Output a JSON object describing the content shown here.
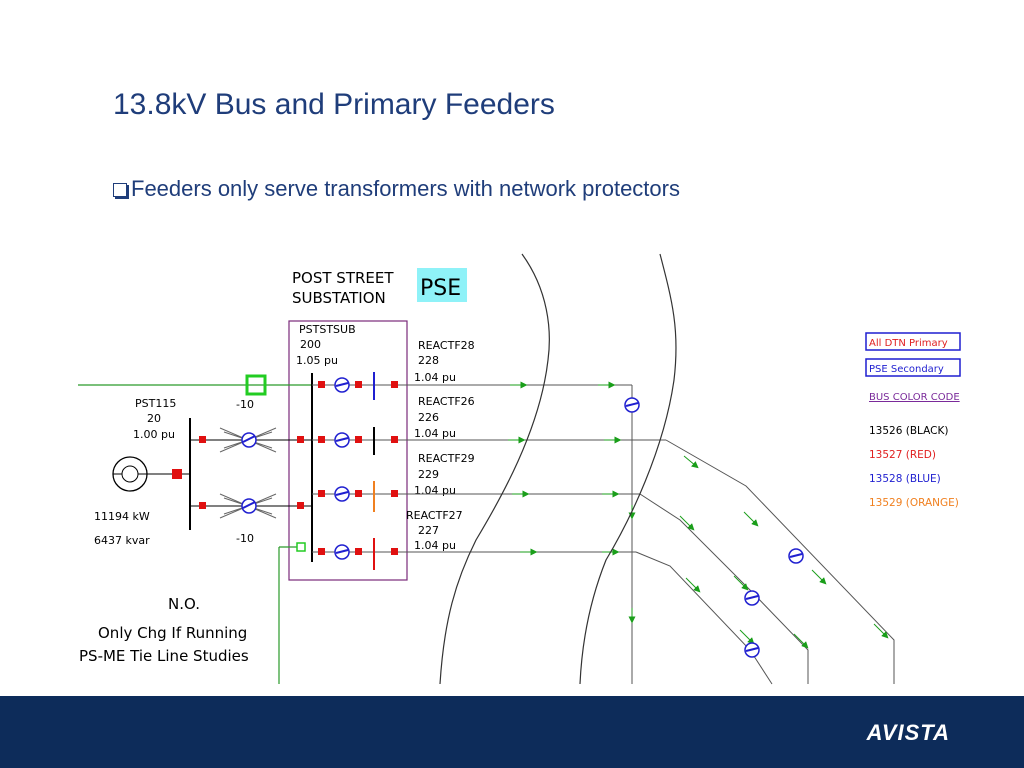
{
  "slide": {
    "title": "13.8kV Bus and Primary Feeders",
    "bullet": "Feeders only serve transformers with network protectors"
  },
  "substation": {
    "name_line1": "POST STREET",
    "name_line2": "SUBSTATION",
    "pse_tag": "PSE",
    "bus_name": "PSTSTSUB",
    "bus_number": "200",
    "bus_voltage": "1.05 pu"
  },
  "source_bus": {
    "name": "PST115",
    "number": "20",
    "voltage": "1.00 pu",
    "kw": "11194 kW",
    "kvar": "6437 kvar",
    "tap_top": "-10",
    "tap_bottom": "-10"
  },
  "feeders": [
    {
      "name": "REACTF28",
      "number": "228",
      "voltage": "1.04 pu",
      "color": "#1f1fd0"
    },
    {
      "name": "REACTF26",
      "number": "226",
      "voltage": "1.04 pu",
      "color": "#000000"
    },
    {
      "name": "REACTF29",
      "number": "229",
      "voltage": "1.04 pu",
      "color": "#f08020"
    },
    {
      "name": "REACTF27",
      "number": "227",
      "voltage": "1.04 pu",
      "color": "#e01010"
    }
  ],
  "notes": {
    "line1": "N.O.",
    "line2": "Only Chg If Running",
    "line3": "PS-ME Tie Line Studies"
  },
  "legend": {
    "all_dtn": "All DTN Primary",
    "pse_secondary": "PSE Secondary",
    "bus_color_code": "BUS COLOR CODE",
    "items": [
      {
        "text": "13526 (BLACK)",
        "color": "#000000"
      },
      {
        "text": "13527 (RED)",
        "color": "#e02020"
      },
      {
        "text": "13528 (BLUE)",
        "color": "#1f1fd0"
      },
      {
        "text": "13529 (ORANGE)",
        "color": "#f08020"
      }
    ]
  },
  "footer": {
    "logo": "AVISTA"
  },
  "colors": {
    "title_blue": "#1f3d7a",
    "footer_navy": "#0d2c5a",
    "breaker_red": "#e01010",
    "flow_green": "#1a9e1a",
    "box_purple": "#7a2a7a"
  }
}
